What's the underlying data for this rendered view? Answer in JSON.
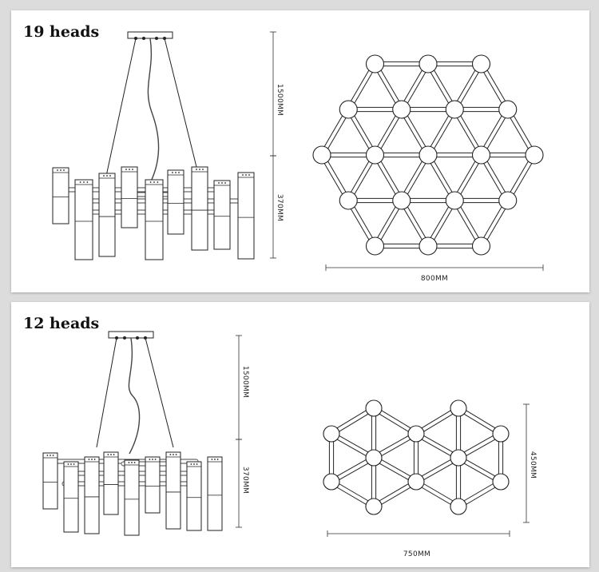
{
  "variants": [
    {
      "id": "19",
      "title": "19 heads",
      "cable_length": "1500MM",
      "body_height": "370MM",
      "width": "800MM"
    },
    {
      "id": "12",
      "title": "12 heads",
      "cable_length": "1500MM",
      "body_height": "370MM",
      "width": "750MM",
      "depth": "450MM"
    }
  ]
}
